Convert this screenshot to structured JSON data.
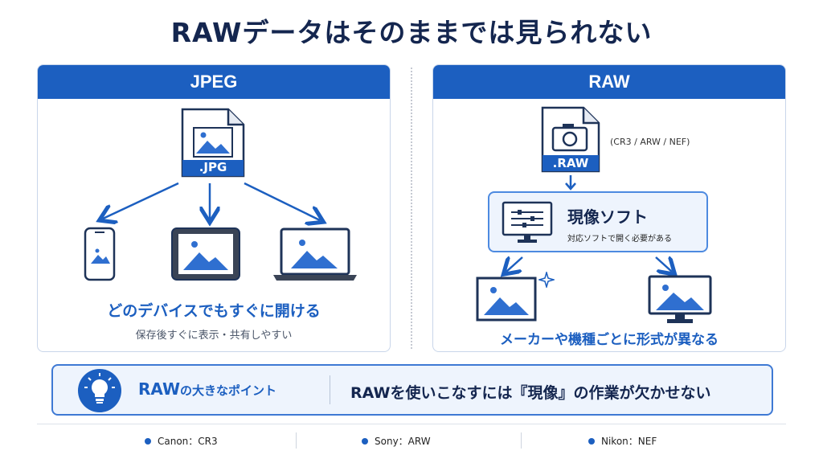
{
  "title": "RAWデータはそのままでは見られない",
  "jpeg_panel": {
    "header": "JPEG",
    "file_ext": ".JPG",
    "tagline": "どのデバイスでもすぐに開ける",
    "subtext": "保存後すぐに表示・共有しやすい"
  },
  "raw_panel": {
    "header": "RAW",
    "file_ext": ".RAW",
    "formats": "(CR3 / ARW / NEF)",
    "software_title": "現像ソフト",
    "software_sub": "対応ソフトで開く必要がある",
    "tagline": "メーカーや機種ごとに形式が異なる"
  },
  "point": {
    "label_prefix": "RAW",
    "label_suffix": "の大きなポイント",
    "message": "RAWを使いこなすには『現像』の作業が欠かせない"
  },
  "footer": [
    {
      "text": "Canon：CR3"
    },
    {
      "text": "Sony：ARW"
    },
    {
      "text": "Nikon：NEF"
    }
  ],
  "colors": {
    "primary": "#1c5fc0",
    "dark": "#14264f",
    "light_bg": "#eef4fd"
  }
}
